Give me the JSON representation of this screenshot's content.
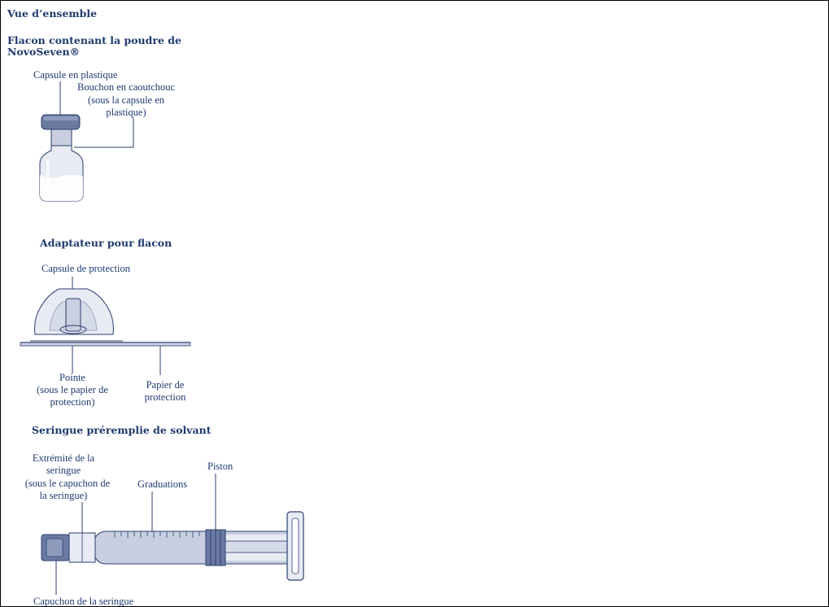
{
  "overview": {
    "title": "Vue d’ensemble"
  },
  "vial": {
    "heading_line1": "Flacon contenant la poudre de",
    "heading_line2": "NovoSeven®",
    "label_cap": "Capsule en plastique",
    "label_stopper_line1": "Bouchon en caoutchouc",
    "label_stopper_line2": "(sous la capsule en",
    "label_stopper_line3": "plastique)"
  },
  "adapter": {
    "heading": "Adaptateur pour flacon",
    "label_cap": "Capsule de protection",
    "label_spike_line1": "Pointe",
    "label_spike_line2": "(sous le papier de",
    "label_spike_line3": "protection)",
    "label_paper_line1": "Papier de",
    "label_paper_line2": "protection"
  },
  "syringe": {
    "heading": "Seringue préremplie de solvant",
    "label_tip_line1": "Extrémité de la",
    "label_tip_line2": "seringue",
    "label_tip_line3": "(sous le capuchon de",
    "label_tip_line4": "la seringue)",
    "label_graduations": "Graduations",
    "label_plunger": "Piston",
    "label_cap": "Capuchon de la seringue"
  },
  "colors": {
    "text": "#1f3a6e",
    "line": "#2d3f6f",
    "fill_light": "#e8ebf3",
    "fill_mid": "#c9cfe0",
    "fill_dark": "#6b7aa1"
  }
}
